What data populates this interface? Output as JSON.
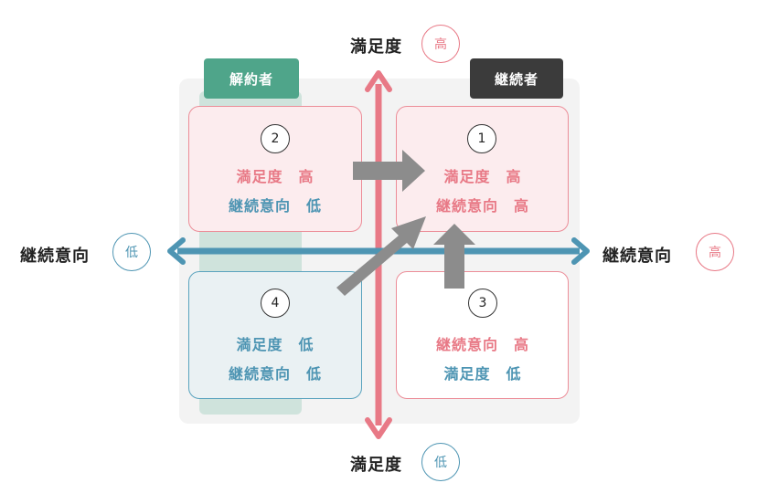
{
  "tags": {
    "churn": "解約者",
    "retain": "継続者"
  },
  "axes": {
    "vertical_label": "満足度",
    "horizontal_label": "継続意向",
    "high": "高",
    "low": "低"
  },
  "quadrants": {
    "q1": {
      "number": "1",
      "line1": "満足度　高",
      "line2": "継続意向　高"
    },
    "q2": {
      "number": "2",
      "line1": "満足度　高",
      "line2": "継続意向　低"
    },
    "q3": {
      "number": "3",
      "line1": "継続意向　高",
      "line2": "満足度　低"
    },
    "q4": {
      "number": "4",
      "line1": "満足度　低",
      "line2": "継続意向　低"
    }
  },
  "colors": {
    "pink": "#e87986",
    "blue": "#4e95b3",
    "green": "#4fa58a",
    "dark": "#3b3b3b",
    "arrow_gray": "#8c8c8c"
  }
}
